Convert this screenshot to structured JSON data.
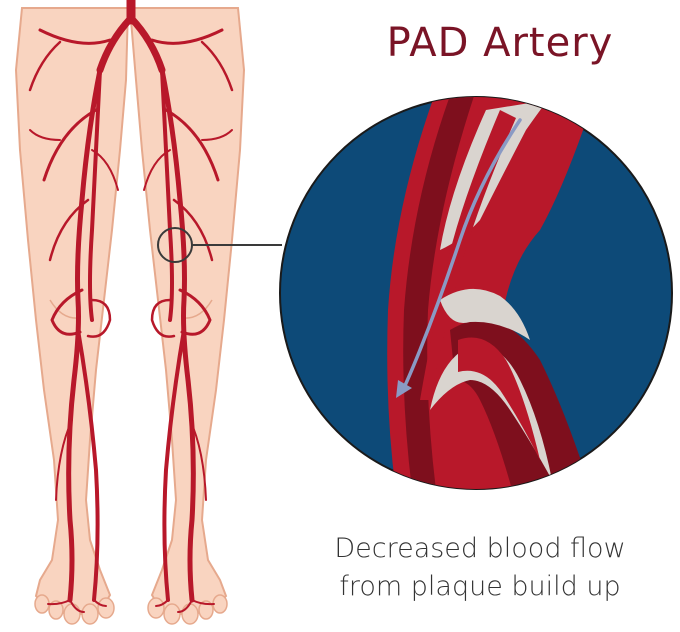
{
  "title": "PAD Artery",
  "caption": {
    "line1": "Decreased blood flow",
    "line2": "from plaque build up"
  },
  "colors": {
    "title": "#7a1426",
    "caption": "#333333",
    "skin": "#f9d4c0",
    "skin_outline": "#e6a98d",
    "artery": "#b8182a",
    "artery_dark": "#7e0f1d",
    "plaque": "#d9d4cf",
    "lumen_bg": "#0d4a78",
    "flow_arrow": "#8a9ac4"
  },
  "icons": {
    "magnifier": "zoom-circle",
    "flow": "blood-flow-arrow"
  }
}
